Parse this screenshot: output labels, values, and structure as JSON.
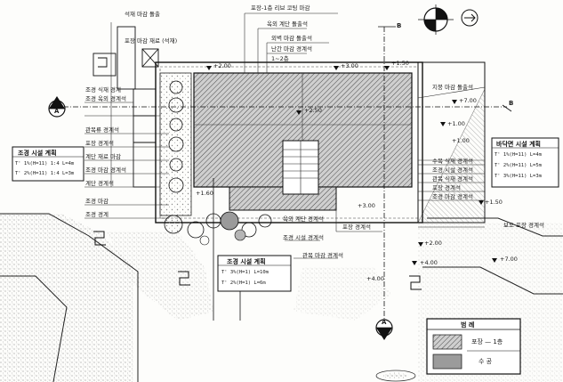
{
  "drawing": {
    "callouts_top": {
      "c1": "포장-1층 리브 코팅 마감",
      "c2": "옥외 계단 돌출석",
      "c3": "외벽 마감 돌출석",
      "c4": "난간 마감 경계석",
      "c5": "1~2층"
    },
    "callouts_left": {
      "l1": "석재 마감 돌출",
      "l2": "포장 마감 재료 (석재)",
      "l3": "조경 식재 경계",
      "l4": "조경 옥외 경계석",
      "l5": "관목류 경계석",
      "l6": "포장 경계석",
      "l7": "계단 재료 마감",
      "l8": "조경 마감 경계석",
      "l9": "계단 경계석",
      "l10": "조경 마감",
      "l11": "조경 경계"
    },
    "callouts_right": {
      "r1": "지붕 마감 돌출석",
      "r2": "수목 식재 경계석",
      "r3": "조경 시설 경계석",
      "r4": "관목 식재 경계석",
      "r5": "포장 경계석",
      "r6": "조경 마감 경계석",
      "r7": "보도 포장 경계석"
    },
    "callouts_bottom": {
      "b1": "포장 경계석",
      "b2": "옥외 계단 경계석",
      "b3": "조경 시설 경계석",
      "b4": "관목 마감 경계석"
    },
    "levels": {
      "v1": "+2.00",
      "v2": "+3.00",
      "v3": "+1.50",
      "v4": "+7.00",
      "v5": "+2.50",
      "v6": "+1.00",
      "v7": "+1.00",
      "v8": "+1.50",
      "v9": "+2.00",
      "v10": "+7.00",
      "v11": "+4.00",
      "v12": "+3.00",
      "v13": "+1.60",
      "v14": "+4.00"
    },
    "section_marks": {
      "left": "A",
      "bottom": "A",
      "top_right": "B",
      "bottom_right": "B"
    },
    "notes": {
      "left_box": {
        "title": "조경 시설 계획",
        "rows": [
          "T' 1%(H=11) 1:4 L=4m",
          "T' 2%(H=11) 1:4 L=3m"
        ]
      },
      "center_box": {
        "title": "조경 시설 계획",
        "rows": [
          "T' 3%(H=1) L=10m",
          "T' 2%(H=1) L=6m"
        ]
      },
      "right_box": {
        "title": "바닥면 시설 계획",
        "rows": [
          "T' 1%(H=11) L=4m",
          "T' 2%(H=11) L=5m",
          "T' 3%(H=11) L=3m"
        ]
      }
    },
    "legend": {
      "title": "범 례",
      "item1": "포장 — 1층",
      "item2": "수 공"
    }
  }
}
